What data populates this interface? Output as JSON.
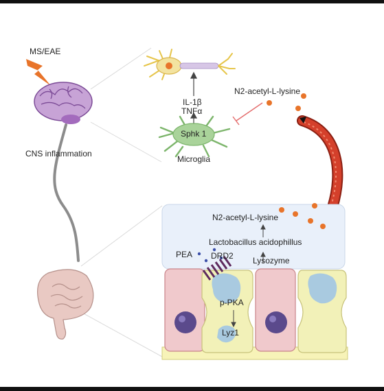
{
  "labels": {
    "trigger": "MS/EAE",
    "cns_inflammation": "CNS inflammation",
    "cytokine_1": "IL-1β",
    "cytokine_2": "TNFα",
    "enzyme": "Sphk 1",
    "microglia": "Microglia",
    "metabolite_top": "N2-acetyl-L-lysine",
    "metabolite_gut": "N2-acetyl-L-lysine",
    "bacterium": "Lactobacillus acidophillus",
    "lysozyme": "Lysozyme",
    "pea": "PEA",
    "receptor": "DRD2",
    "p_pka": "p-PKA",
    "lyz1": "Lyz1"
  },
  "colors": {
    "brain": "#c7a3d6",
    "gut": "#e9c9c3",
    "vessel": "#d4402b",
    "metabolite_dot": "#e8742a",
    "pea_dot": "#3b4fa8",
    "neuron": "#f3e3a0",
    "microglia": "#a9d39a",
    "paneth_cell": "#f2f1b8",
    "enterocyte": "#f0c9cc",
    "lumen": "#e9f0fa",
    "nerve": "#8c8c8c",
    "inhibition": "#e36a6a"
  },
  "icons": {
    "trigger": "lightning-bolt-icon",
    "brain": "brain-icon",
    "gut": "intestine-icon",
    "neuron": "neuron-icon",
    "microglia": "microglia-icon",
    "receptor": "receptor-icon"
  }
}
